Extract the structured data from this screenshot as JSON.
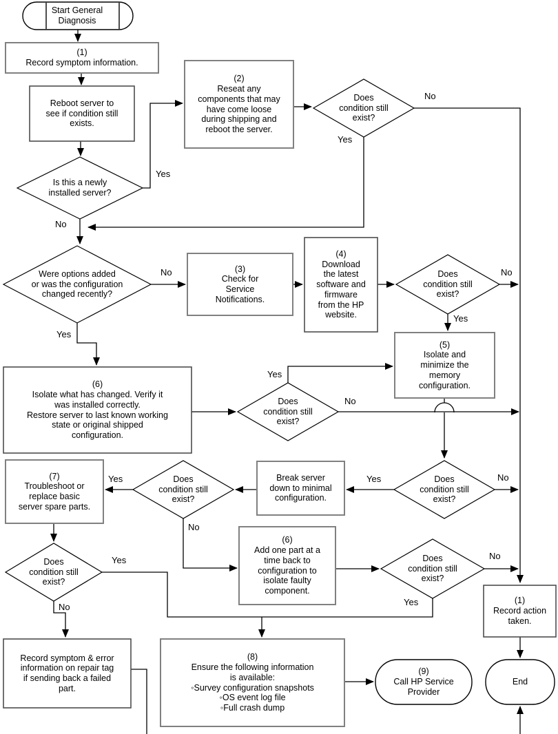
{
  "page": {
    "background": "#ffffff"
  },
  "colors": {
    "line": "#000000",
    "box_border": "#808080",
    "box_border_dark": "#4d4d4d",
    "text": "#000000"
  },
  "labels": {
    "yes": "Yes",
    "no": "No"
  },
  "decision_text": "Does\ncondition still\nexist?",
  "nodes": {
    "start": "Start General\nDiagnosis",
    "record_symptom": "(1)\nRecord symptom information.",
    "reboot": "Reboot server to\nsee if condition still\nexists.",
    "newly_installed": "Is this a newly\ninstalled server?",
    "reseat": "(2)\nReseat any\ncomponents that may\nhave come loose\nduring shipping and\nreboot the server.",
    "options_added": "Were options added\nor was the configuration\nchanged recently?",
    "check_service": "(3)\nCheck for\nService\nNotifications.",
    "download": "(4)\nDownload\nthe latest\nsoftware and\nfirmware\nfrom the HP\nwebsite.",
    "isolate_memory": "(5)\nIsolate and\nminimize the\nmemory\nconfiguration.",
    "isolate_changed": "(6)\nIsolate what has changed. Verify it\nwas installed correctly.\nRestore server to last known working\nstate or original shipped\nconfiguration.",
    "troubleshoot": "(7)\nTroubleshoot or\nreplace basic\nserver spare parts.",
    "break_server": "Break server\ndown to minimal\nconfiguration.",
    "add_one_part": "(6)\nAdd one part at a\ntime back to\nconfiguration to\nisolate faulty\ncomponent.",
    "record_action": "(1)\nRecord action\ntaken.",
    "record_repair_tag": "Record symptom & error\ninformation on repair tag\nif sending back a failed\npart.",
    "ensure_info": "(8)\nEnsure the following information\nis available:\n◦Survey configuration snapshots\n◦OS event log file\n◦Full crash dump",
    "call_hp": "(9)\nCall HP Service\nProvider",
    "end": "End"
  }
}
